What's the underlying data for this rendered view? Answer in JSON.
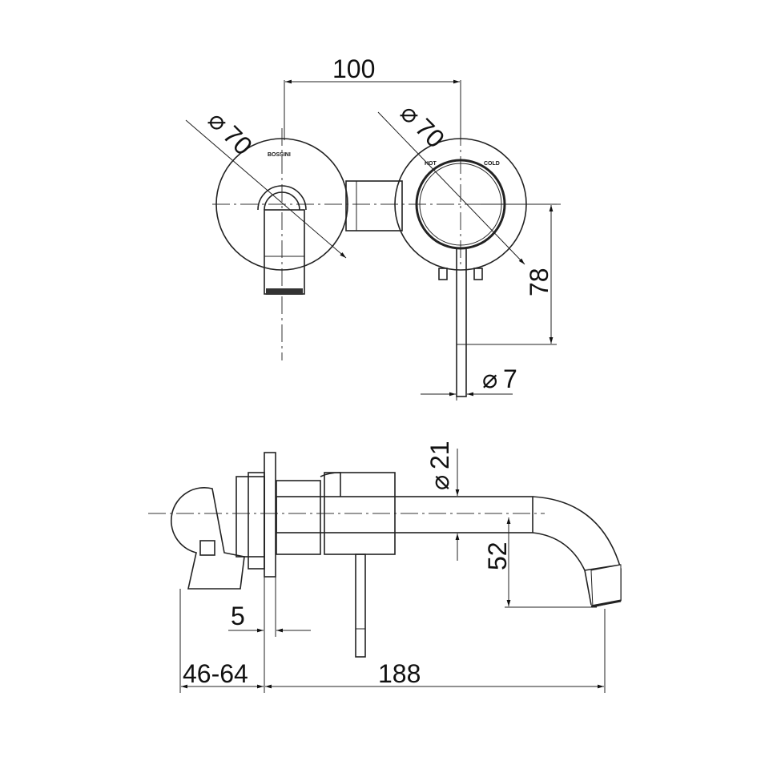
{
  "title": "Wall mixer with spout technical drawing",
  "front_view": {
    "dim_width": "100",
    "dim_left_diameter": "70",
    "dim_right_diameter": "70",
    "dim_height": "78",
    "dim_lever_diameter": "7",
    "brand_label": "BOSSINI",
    "hot_label": "HOT",
    "cold_label": "COLD",
    "diameter_symbol": "⌀"
  },
  "side_view": {
    "dim_pipe_diameter": "21",
    "dim_spout_drop": "52",
    "dim_plate": "5",
    "dim_wall_depth": "46-64",
    "dim_spout_length": "188"
  }
}
